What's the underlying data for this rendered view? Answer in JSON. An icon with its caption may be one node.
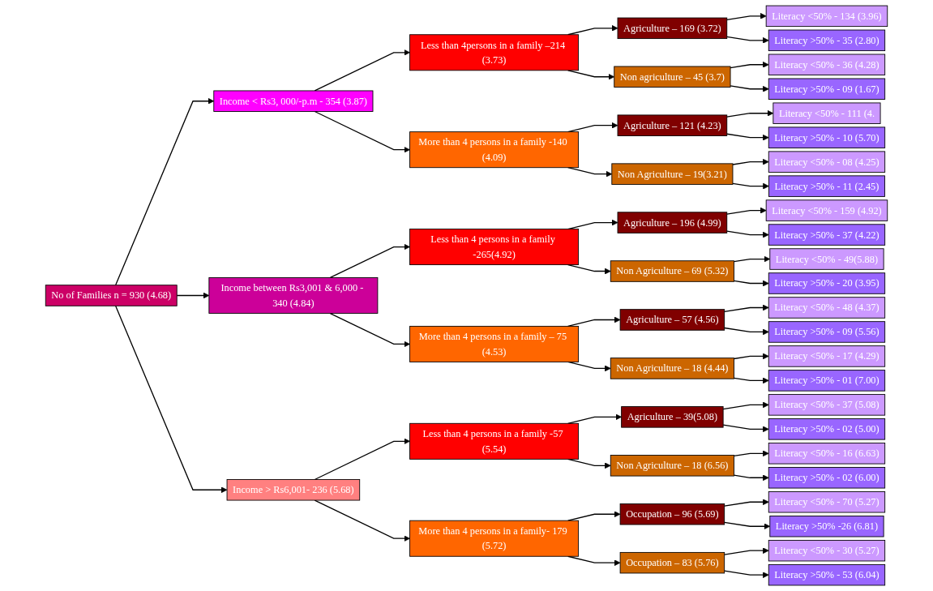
{
  "diagram": {
    "nodes": [
      {
        "text": [
          "No of Families n = 930 (4.68)"
        ]
      },
      {
        "text": [
          "Income < Rs3, 000/-p.m - 354 (3.87)"
        ]
      },
      {
        "text": [
          "Income between Rs3,001 & 6,000 - 340 (4.84)"
        ]
      },
      {
        "text": [
          "Income > Rs6,001- 236 (5.68)"
        ]
      },
      {
        "text": [
          "Less than 4persons in a family –214 (3.73)"
        ]
      },
      {
        "text": [
          "More than 4 persons in a family -140 (4.09)"
        ]
      },
      {
        "text": [
          "Less than 4 persons in a family -265(4.92)"
        ]
      },
      {
        "text": [
          "More than 4 persons in a family – 75 (4.53)"
        ]
      },
      {
        "text": [
          "Less than 4 persons in a family -57 (5.54)"
        ]
      },
      {
        "text": [
          "More than 4 persons in a family- 179 (5.72)"
        ]
      },
      {
        "text": [
          "Agriculture – 169 (3.72)"
        ]
      },
      {
        "text": [
          "Non agriculture – 45 (3.7)"
        ]
      },
      {
        "text": [
          "Agriculture – 121 (4.23)"
        ]
      },
      {
        "text": [
          "Non Agriculture – 19(3.21)"
        ]
      },
      {
        "text": [
          "Agriculture – 196 (4.99)"
        ]
      },
      {
        "text": [
          "Non Agriculture – 69 (5.32)"
        ]
      },
      {
        "text": [
          "Agriculture – 57 (4.56)"
        ]
      },
      {
        "text": [
          "Non Agriculture – 18 (4.44)"
        ]
      },
      {
        "text": [
          "Agriculture – 39(5.08)"
        ]
      },
      {
        "text": [
          "Non Agriculture – 18 (6.56)"
        ]
      },
      {
        "text": [
          "Occupation – 96 (5.69)"
        ]
      },
      {
        "text": [
          "Occupation – 83 (5.76)"
        ]
      },
      {
        "text": [
          "Literacy <50% - 134 (3.96)"
        ]
      },
      {
        "text": [
          "Literacy >50% - 35 (2.80)"
        ]
      },
      {
        "text": [
          "Literacy <50% - 36 (4.28)"
        ]
      },
      {
        "text": [
          "Literacy >50% - 09 (1.67)"
        ]
      },
      {
        "text": [
          "Literacy <50% - 111 (4."
        ]
      },
      {
        "text": [
          "Literacy >50% - 10 (5.70)"
        ]
      },
      {
        "text": [
          "Literacy <50% - 08 (4.25)"
        ]
      },
      {
        "text": [
          "Literacy >50% - 11 (2.45)"
        ]
      },
      {
        "text": [
          "Literacy <50% - 159 (4.92)"
        ]
      },
      {
        "text": [
          "Literacy >50% - 37 (4.22)"
        ]
      },
      {
        "text": [
          "Literacy <50% - 49(5.88)"
        ]
      },
      {
        "text": [
          "Literacy >50% - 20 (3.95)"
        ]
      },
      {
        "text": [
          "Literacy <50% - 48 (4.37)"
        ]
      },
      {
        "text": [
          "Literacy >50% - 09 (5.56)"
        ]
      },
      {
        "text": [
          "Literacy <50% - 17 (4.29)"
        ]
      },
      {
        "text": [
          "Literacy >50% - 01 (7.00)"
        ]
      },
      {
        "text": [
          "Literacy <50% - 37 (5.08)"
        ]
      },
      {
        "text": [
          "Literacy >50% - 02 (5.00)"
        ]
      },
      {
        "text": [
          "Literacy <50% - 16 (6.63)"
        ]
      },
      {
        "text": [
          "Literacy >50% - 02 (6.00)"
        ]
      },
      {
        "text": [
          "Literacy <50% - 70 (5.27)"
        ]
      },
      {
        "text": [
          "Literacy >50% -26 (6.81)"
        ]
      },
      {
        "text": [
          "Literacy <50% - 30 (5.27)"
        ]
      },
      {
        "text": [
          "Literacy >50% - 53 (6.04)"
        ]
      }
    ],
    "edges": [
      {
        "from": 0,
        "to": 1,
        "arrow": "to"
      },
      {
        "from": 0,
        "to": 2,
        "arrow": "to"
      },
      {
        "from": 0,
        "to": 3,
        "arrow": "to"
      },
      {
        "from": 1,
        "to": 4,
        "arrow": "to"
      },
      {
        "from": 1,
        "to": 5,
        "arrow": "to"
      },
      {
        "from": 2,
        "to": 6,
        "arrow": "to"
      },
      {
        "from": 2,
        "to": 7,
        "arrow": "to"
      },
      {
        "from": 3,
        "to": 8,
        "arrow": "to"
      },
      {
        "from": 3,
        "to": 9,
        "arrow": "to"
      },
      {
        "from": 4,
        "to": 10,
        "arrow": "to"
      },
      {
        "from": 4,
        "to": 11,
        "arrow": "to"
      },
      {
        "from": 5,
        "to": 12,
        "arrow": "to"
      },
      {
        "from": 5,
        "to": 13,
        "arrow": "to"
      },
      {
        "from": 6,
        "to": 14,
        "arrow": "to"
      },
      {
        "from": 6,
        "to": 15,
        "arrow": "to"
      },
      {
        "from": 7,
        "to": 16,
        "arrow": "to"
      },
      {
        "from": 7,
        "to": 17,
        "arrow": "to"
      },
      {
        "from": 8,
        "to": 18,
        "arrow": "to"
      },
      {
        "from": 8,
        "to": 19,
        "arrow": "to"
      },
      {
        "from": 9,
        "to": 20,
        "arrow": "to"
      },
      {
        "from": 9,
        "to": 21,
        "arrow": "to"
      },
      {
        "from": 10,
        "to": 22,
        "arrow": "to"
      },
      {
        "from": 10,
        "to": 23,
        "arrow": "to"
      },
      {
        "from": 11,
        "to": 24,
        "arrow": "to"
      },
      {
        "from": 11,
        "to": 25,
        "arrow": "to"
      },
      {
        "from": 12,
        "to": 26,
        "arrow": "to"
      },
      {
        "from": 12,
        "to": 27,
        "arrow": "to"
      },
      {
        "from": 13,
        "to": 28,
        "arrow": "to"
      },
      {
        "from": 13,
        "to": 29,
        "arrow": "to"
      },
      {
        "from": 14,
        "to": 30,
        "arrow": "to"
      },
      {
        "from": 14,
        "to": 31,
        "arrow": "to"
      },
      {
        "from": 15,
        "to": 32,
        "arrow": "to"
      },
      {
        "from": 15,
        "to": 33,
        "arrow": "to"
      },
      {
        "from": 16,
        "to": 34,
        "arrow": "to"
      },
      {
        "from": 16,
        "to": 35,
        "arrow": "to"
      },
      {
        "from": 17,
        "to": 36,
        "arrow": "to"
      },
      {
        "from": 17,
        "to": 37,
        "arrow": "to"
      },
      {
        "from": 18,
        "to": 38,
        "arrow": "to"
      },
      {
        "from": 18,
        "to": 39,
        "arrow": "to"
      },
      {
        "from": 19,
        "to": 40,
        "arrow": "to"
      },
      {
        "from": 19,
        "to": 41,
        "arrow": "to"
      },
      {
        "from": 20,
        "to": 42,
        "arrow": "to"
      },
      {
        "from": 20,
        "to": 43,
        "arrow": "to"
      },
      {
        "from": 21,
        "to": 44,
        "arrow": "to"
      },
      {
        "from": 21,
        "to": 45,
        "arrow": "to"
      }
    ]
  }
}
